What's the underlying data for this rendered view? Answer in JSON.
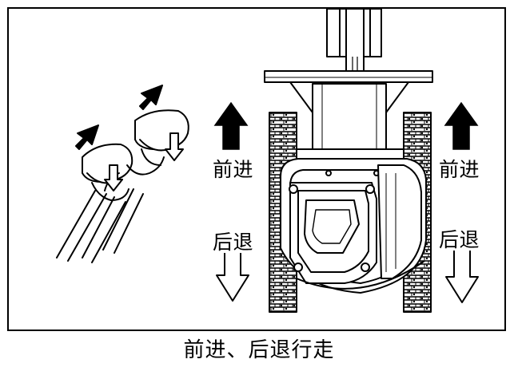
{
  "figure": {
    "labels": {
      "forward_left": "前进",
      "backward_left": "后退",
      "forward_right": "前进",
      "backward_right": "后退"
    },
    "icons": {
      "forward_arrow": "solid-up-arrow-icon",
      "backward_arrow": "hollow-down-arrow-icon",
      "hand": "hand-on-levers-icon",
      "excavator": "excavator-top-view-icon"
    },
    "colors": {
      "line": "#000000",
      "background": "#ffffff"
    }
  },
  "caption": "前进、后退行走"
}
